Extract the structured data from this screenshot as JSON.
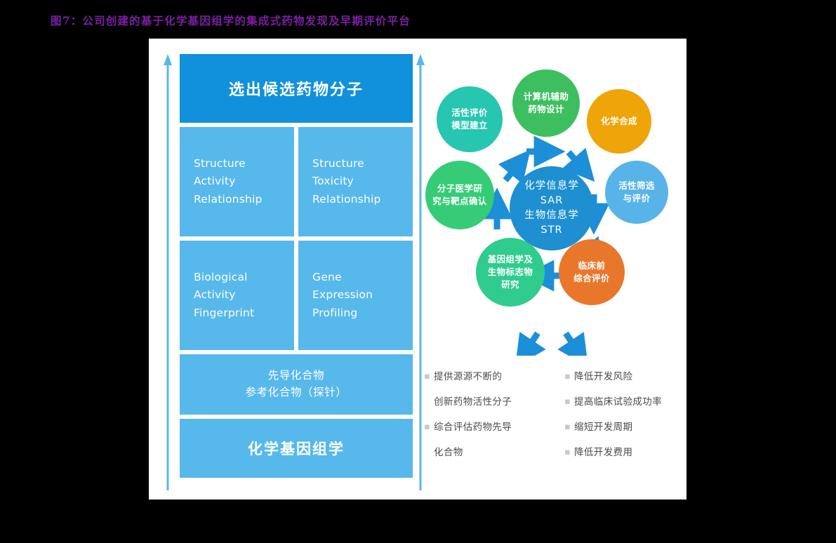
{
  "figure": {
    "title": "图7：公司创建的基于化学基因组学的集成式药物发现及早期评价平台",
    "title_color": "#7B1FA2"
  },
  "palette": {
    "primary_blue": "#1191DB",
    "light_blue": "#57B8EB",
    "center_blue": "#1E8FD0",
    "green": "#3DBF60",
    "teal": "#27C6B0",
    "mint_green": "#2FCC8E",
    "spring_green": "#36CC77",
    "amber": "#EFA509",
    "orange": "#E8772C",
    "sky_blue": "#58B4E8",
    "arrow_blue": "#1C8FD8",
    "bullet_gray": "#C9C9C9",
    "body_gray": "#4A4A4A"
  },
  "left_pillar": {
    "up_arrow_left_name": "up-arrow-left",
    "up_arrow_right_name": "up-arrow-right",
    "boxes": [
      {
        "id": "candidate-molecule",
        "label": "选出候选药物分子",
        "style": "primary"
      },
      {
        "id": "structure-activity-relationship",
        "label": "Structure\nActivity\nRelationship",
        "style": "half"
      },
      {
        "id": "structure-toxicity-relationship",
        "label": "Structure\nToxicity\nRelationship",
        "style": "half"
      },
      {
        "id": "biological-activity-fingerprint",
        "label": "Biological\nActivity\nFingerprint",
        "style": "half"
      },
      {
        "id": "gene-expression-profiling",
        "label": "Gene\nExpression\nProfiling",
        "style": "half"
      },
      {
        "id": "lead-compound",
        "label": "先导化合物\n参考化合物（探针）",
        "style": "wide"
      },
      {
        "id": "chemical-genomics",
        "label": "化学基因组学",
        "style": "footer"
      }
    ]
  },
  "cycle": {
    "center": {
      "id": "core-informatics",
      "label": "化学信息学\nSAR\n生物信息学\nSTR",
      "color": "#1E8FD0"
    },
    "nodes": [
      {
        "id": "computer-aided-drug-design",
        "label": "计算机辅助\n药物设计",
        "color": "#3DBF60"
      },
      {
        "id": "chemical-synthesis",
        "label": "化学合成",
        "color": "#EFA509"
      },
      {
        "id": "activity-screening-evaluation",
        "label": "活性筛选\n与评价",
        "color": "#58B4E8"
      },
      {
        "id": "preclinical-comprehensive-evaluation",
        "label": "临床前\n综合评价",
        "color": "#E8772C"
      },
      {
        "id": "genomics-biomarker-research",
        "label": "基因组学及\n生物标志物\n研究",
        "color": "#2FCC8E"
      },
      {
        "id": "molecular-medicine-target-validation",
        "label": "分子医学研\n究与靶点确认",
        "color": "#36CC77"
      },
      {
        "id": "activity-evaluation-model",
        "label": "活性评价\n模型建立",
        "color": "#27C6B0"
      }
    ]
  },
  "benefits": {
    "left_column": [
      {
        "bullet": true,
        "text": "提供源源不断的"
      },
      {
        "bullet": false,
        "text": "创新药物活性分子"
      },
      {
        "bullet": true,
        "text": "综合评估药物先导"
      },
      {
        "bullet": false,
        "text": "化合物"
      }
    ],
    "right_column": [
      {
        "bullet": true,
        "text": "降低开发风险"
      },
      {
        "bullet": true,
        "text": "提高临床试验成功率"
      },
      {
        "bullet": true,
        "text": "缩短开发周期"
      },
      {
        "bullet": true,
        "text": "降低开发费用"
      }
    ],
    "bullet_glyph": "▪"
  }
}
